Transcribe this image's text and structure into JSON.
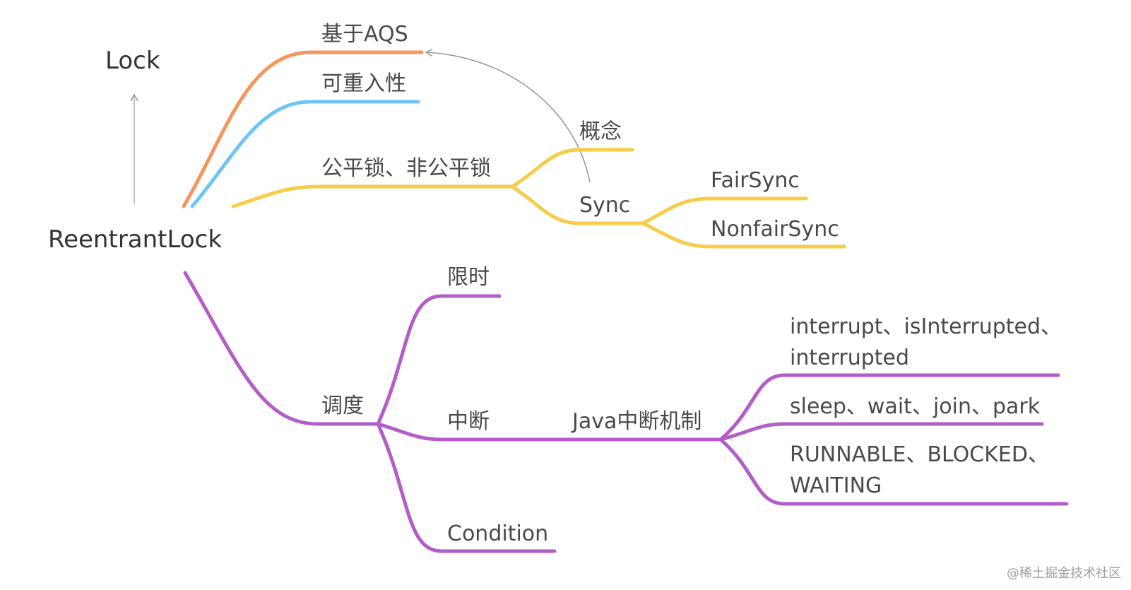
{
  "root": {
    "label": "ReentrantLock"
  },
  "parent": {
    "label": "Lock"
  },
  "branches": {
    "aqs": {
      "label": "基于AQS",
      "color": "#f7955a"
    },
    "reentrancy": {
      "label": "可重入性",
      "color": "#6cc4f7"
    },
    "fairness": {
      "label": "公平锁、非公平锁",
      "color": "#f7cc46",
      "children": {
        "concept": {
          "label": "概念"
        },
        "sync": {
          "label": "Sync",
          "children": {
            "fair": {
              "label": "FairSync"
            },
            "nonfair": {
              "label": "NonfairSync"
            }
          }
        }
      }
    },
    "scheduling": {
      "label": "调度",
      "color": "#b45cc8",
      "children": {
        "timed": {
          "label": "限时"
        },
        "interrupt": {
          "label": "中断",
          "children": {
            "java_mechanism": {
              "label": "Java中断机制",
              "children": {
                "methods": {
                  "line1": "interrupt、isInterrupted、",
                  "line2": "interrupted"
                },
                "blocking": {
                  "label": "sleep、wait、join、park"
                },
                "states": {
                  "line1": "RUNNABLE、BLOCKED、",
                  "line2": "WAITING"
                }
              }
            }
          }
        },
        "condition": {
          "label": "Condition"
        }
      }
    }
  },
  "watermark": "@稀土掘金技术社区"
}
